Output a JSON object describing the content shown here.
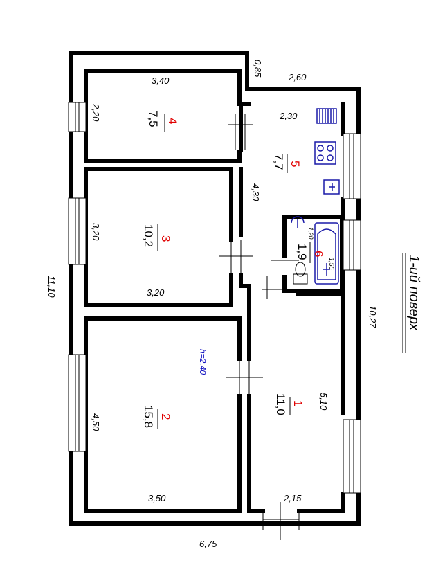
{
  "title": "1-ий поверх",
  "overall": {
    "length": "11,10",
    "width": "6,75",
    "right_length": "10,27",
    "ceiling": "h=2,40"
  },
  "segments": {
    "top_step": "0,85",
    "top_width": "2,60"
  },
  "rooms": [
    {
      "num": "1",
      "area": "11,0",
      "dim_a": "5,10",
      "dim_b": "2,15"
    },
    {
      "num": "2",
      "area": "15,8",
      "dim_a": "4,50",
      "dim_b": "3,50"
    },
    {
      "num": "3",
      "area": "10,2",
      "dim_a": "3,20",
      "dim_b": "3,20"
    },
    {
      "num": "4",
      "area": "7,5",
      "dim_a": "2,20",
      "dim_b": "3,40"
    },
    {
      "num": "5",
      "area": "7,7",
      "dim_a": "4,30",
      "dim_b": "2,30"
    },
    {
      "num": "6",
      "area": "1,9",
      "dim_a": "1,20",
      "dim_b": "1,55"
    }
  ],
  "colors": {
    "wall": "#000000",
    "room_number": "#e00000",
    "fixtures": "#1a1aa8",
    "ceiling_label": "#1010c0"
  },
  "icons": [
    "stove-icon",
    "radiator-icon",
    "sink-icon",
    "bathtub-icon",
    "toilet-icon"
  ]
}
